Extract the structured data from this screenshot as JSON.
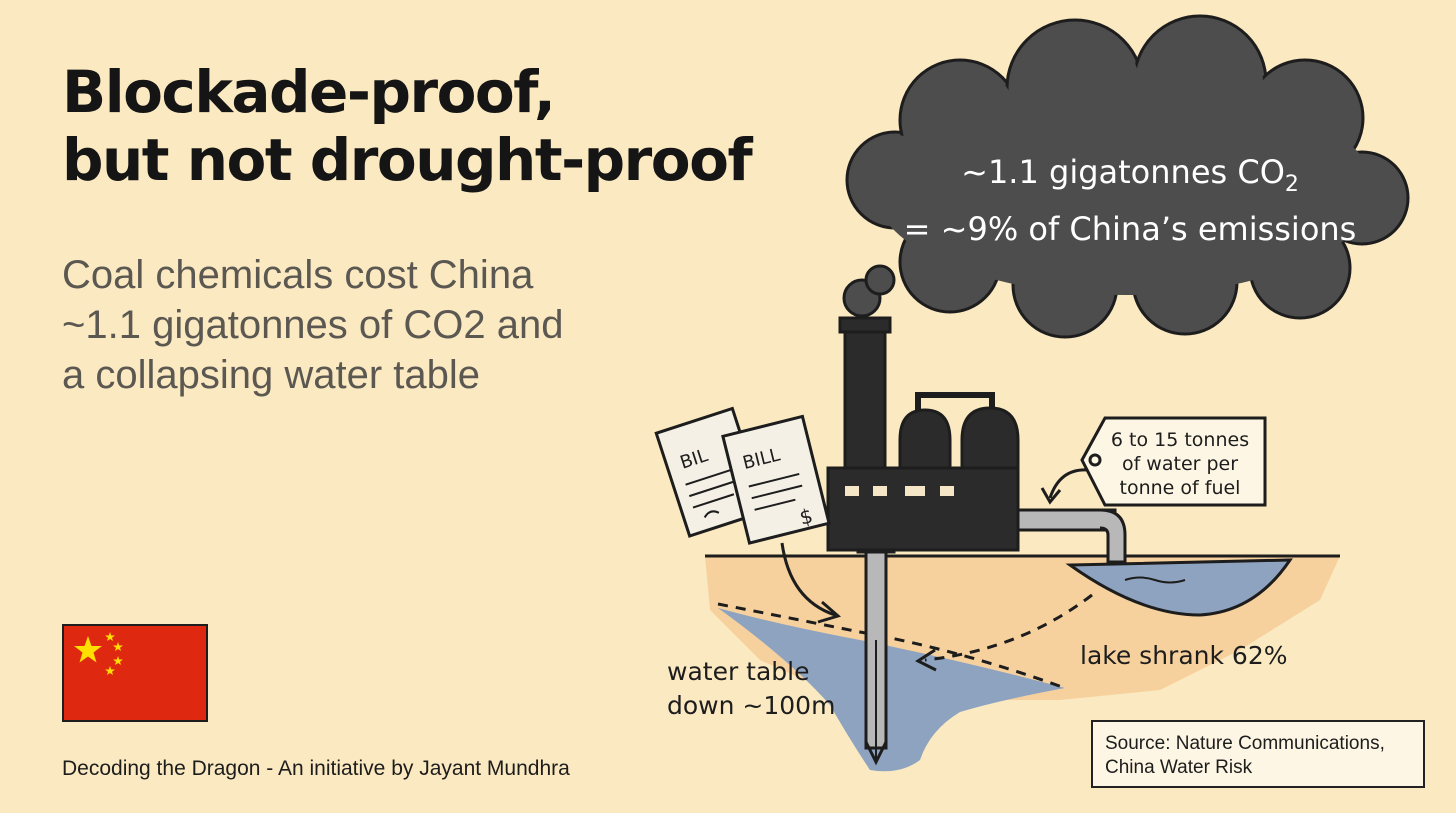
{
  "title": {
    "line1": "Blockade-proof,",
    "line2": "but not drought-proof"
  },
  "subtitle": {
    "line1": "Coal chemicals cost China",
    "line2": "~1.1 gigatonnes of CO2 and",
    "line3": "a collapsing water table"
  },
  "cloud": {
    "line1_main": "~1.1 gigatonnes CO",
    "line1_sub": "2",
    "line2": "= ~9% of China’s emissions"
  },
  "bills": {
    "bill1": "BIL",
    "bill2": "BILL",
    "dollar": "$"
  },
  "water_tag": {
    "line1": "6 to 15 tonnes",
    "line2": "of water per",
    "line3": "tonne of fuel"
  },
  "lake_label": "lake shrank 62%",
  "water_table_label": {
    "line1": "water table",
    "line2": "down ~100m"
  },
  "source": {
    "line1": "Source: Nature Communications,",
    "line2": "China Water Risk"
  },
  "credit": "Decoding the Dragon - An initiative by Jayant Mundhra",
  "colors": {
    "background": "#fbe9c1",
    "smoke": "#4d4d4d",
    "factory": "#2b2b2b",
    "water": "#8ea3c0",
    "ground": "#f6d19e",
    "flag_red": "#de2910",
    "flag_star": "#ffde00"
  },
  "icons": [
    "smoke-cloud-icon",
    "factory-icon",
    "bill-icon",
    "china-flag-icon",
    "pipe-icon",
    "well-icon"
  ]
}
